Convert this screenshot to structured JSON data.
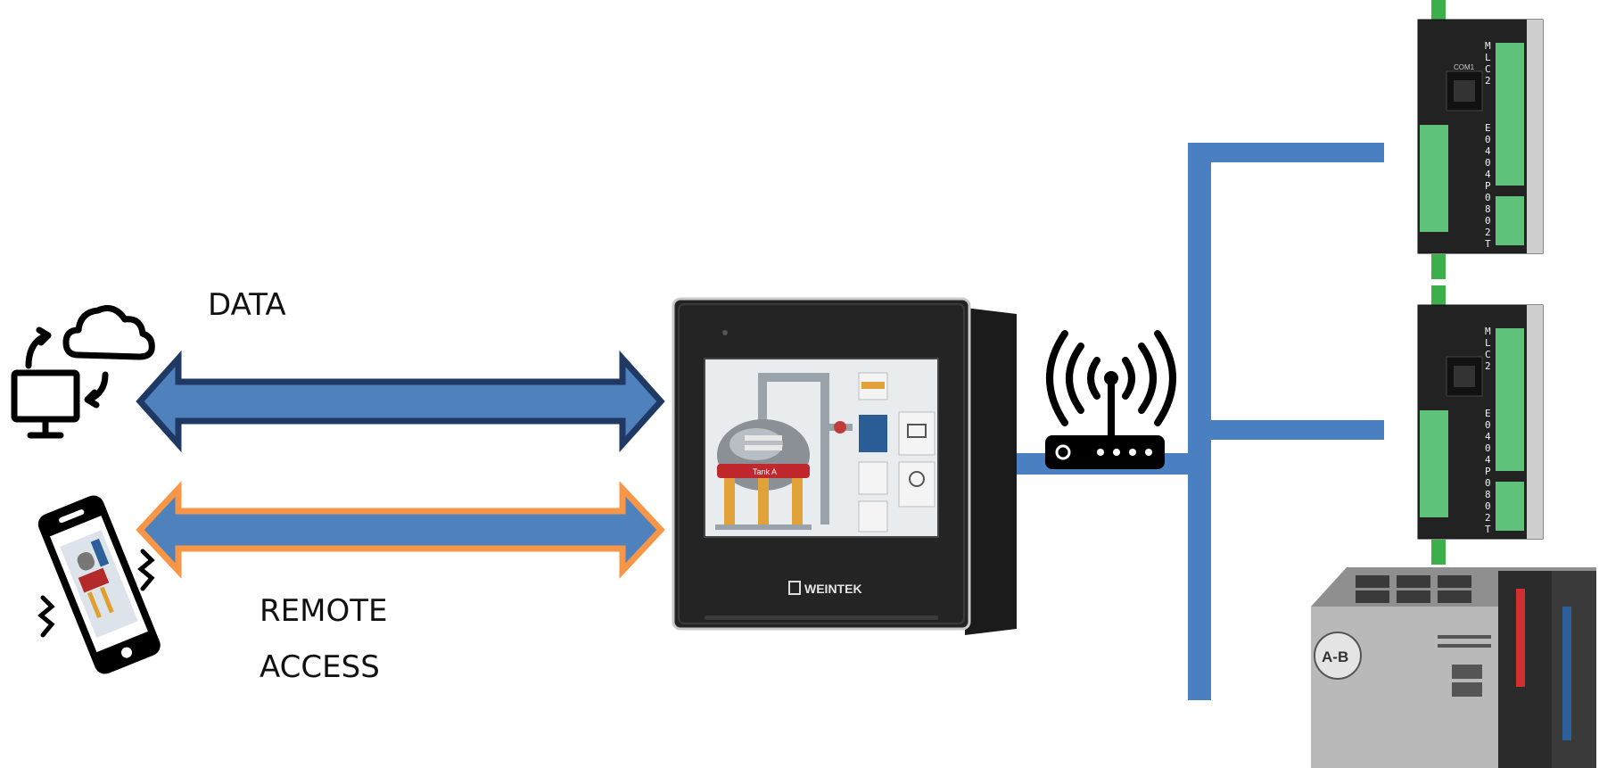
{
  "labels": {
    "data_arrow": "DATA",
    "remote_line1": "REMOTE",
    "remote_line2": "ACCESS"
  },
  "devices": {
    "hmi_brand": "WEINTEK",
    "hmi_tank_label": "Tank A",
    "plc_model_chars": [
      "M",
      "L",
      "C",
      "2",
      "E",
      "0",
      "4",
      "0",
      "4",
      "P",
      "0",
      "8",
      "0",
      "2",
      "T"
    ],
    "plc_port_label": "COM1",
    "ab_logo": "A-B"
  },
  "colors": {
    "arrow_fill": "#4f81bd",
    "data_outline": "#1f3864",
    "remote_outline": "#f79646",
    "bus": "#4a7fc1",
    "icon": "#000000"
  },
  "icons": [
    "cloud-sync-computer-icon",
    "smartphone-vibrating-icon",
    "wireless-router-icon"
  ]
}
